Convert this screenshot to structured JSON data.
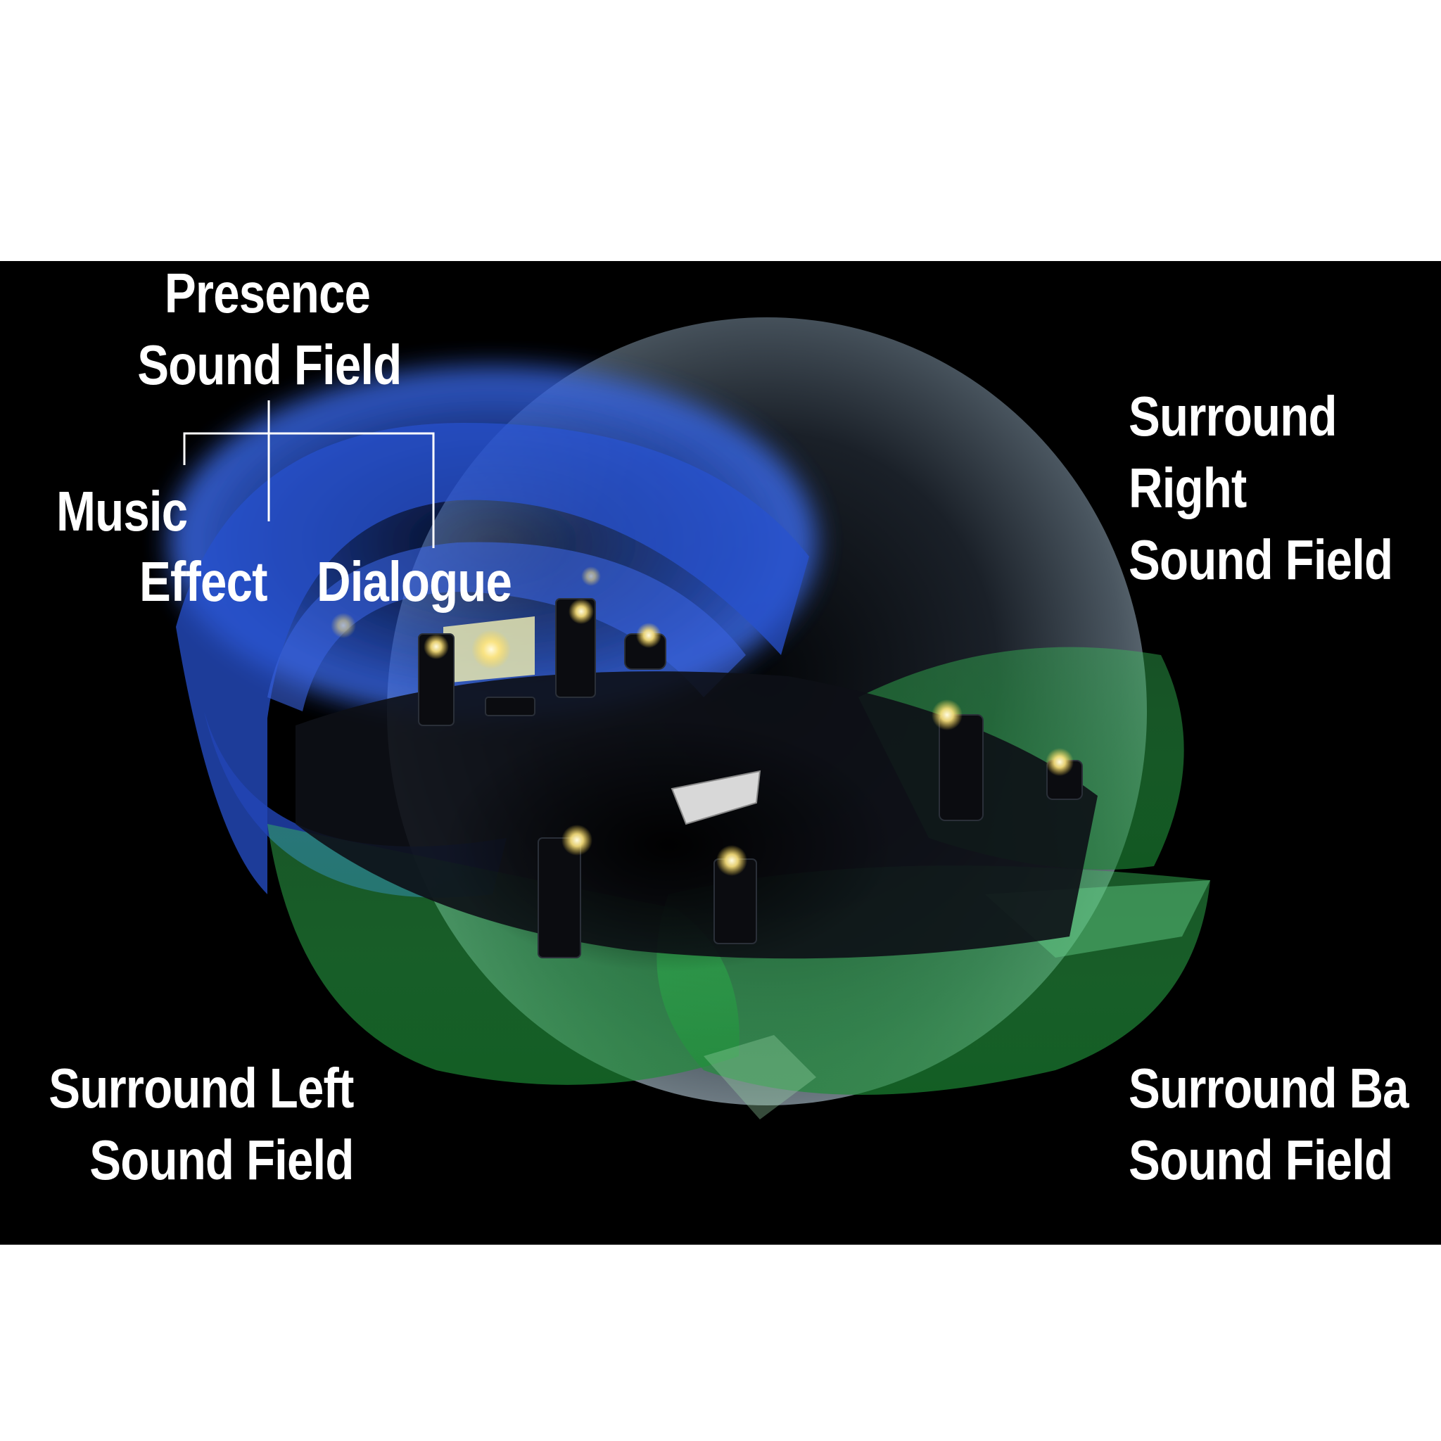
{
  "labels": {
    "presence": [
      "Presence",
      "Sound Field"
    ],
    "music": "Music",
    "effect": "Effect",
    "dialogue": "Dialogue",
    "surround_right": [
      "Surround",
      "Right",
      "Sound Field"
    ],
    "surround_left": [
      "Surround Left",
      "Sound Field"
    ],
    "surround_back": [
      "Surround Ba",
      "Sound Field"
    ]
  },
  "colors": {
    "background": "#000000",
    "page": "#ffffff",
    "front_field": "#2f5bd6",
    "surround_field": "#2fae4a",
    "dome": "#5d6a72",
    "text": "#ffffff"
  }
}
